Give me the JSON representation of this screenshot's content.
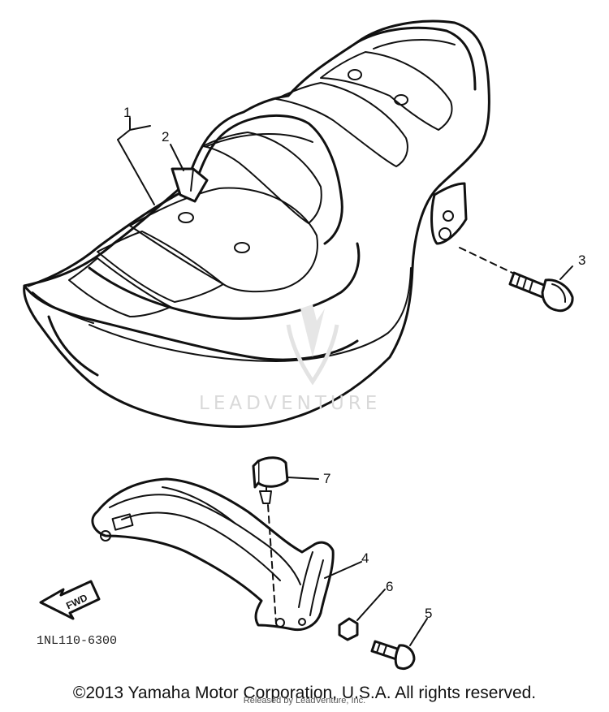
{
  "diagram": {
    "callouts": [
      "1",
      "2",
      "3",
      "4",
      "5",
      "6",
      "7"
    ],
    "direction_arrow_label": "FWD",
    "part_code": "1NL110-6300",
    "watermark": "LEADVENTURE",
    "copyright": "©2013 Yamaha Motor Corporation, U.S.A. All rights reserved.",
    "copyright_overlay": "Released by LeadVenture, Inc.",
    "ink_color": "#111111",
    "background": "#ffffff"
  }
}
